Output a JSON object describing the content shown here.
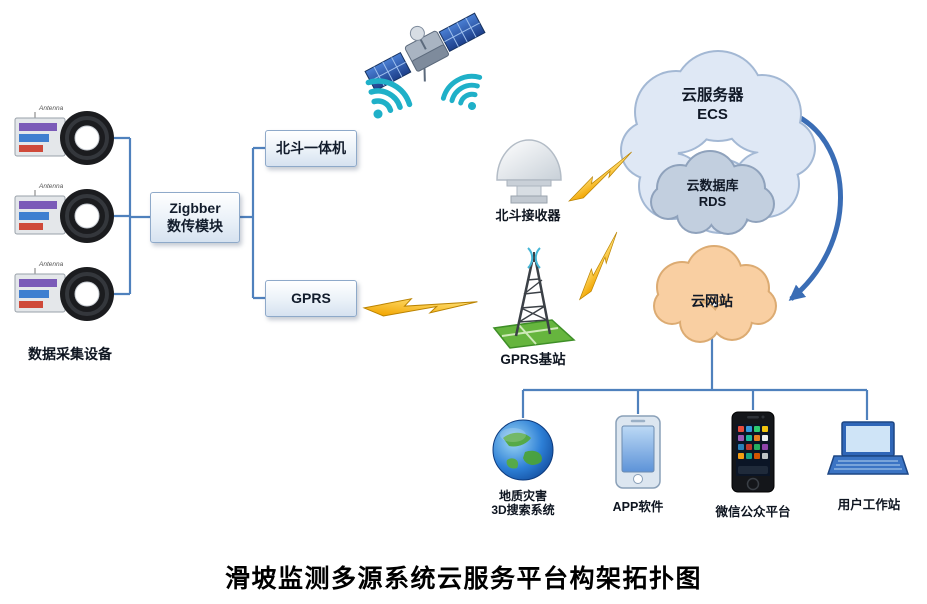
{
  "title": "滑坡监测多源系统云服务平台构架拓扑图",
  "sensors": {
    "antenna_label": "Antenna",
    "group_label": "数据采集设备"
  },
  "nodes": {
    "zigbee_line1": "Zigbber",
    "zigbee_line2": "数传模块",
    "beidou_unit": "北斗一体机",
    "gprs": "GPRS",
    "beidou_receiver": "北斗接收器",
    "gprs_station": "GPRS基站",
    "cloud_server": {
      "line1": "云服务器",
      "line2": "ECS"
    },
    "cloud_db": {
      "line1": "云数据库",
      "line2": "RDS"
    },
    "cloud_site": "云网站"
  },
  "terminals": {
    "geo": {
      "line1": "地质灾害",
      "line2": "3D搜索系统"
    },
    "app": "APP软件",
    "wechat": "微信公众平台",
    "workstation": "用户工作站"
  },
  "colors": {
    "connector_blue": "#4f81bd",
    "arrow_blue": "#3a6db5",
    "cloud_server_fill": "#dfe8f5",
    "cloud_db_fill": "#c2cfdf",
    "cloud_site_fill": "#f9cfa2",
    "lightning_gold": "#f2a800",
    "wifi_teal": "#1fb0c8",
    "station_map_green": "#66b53e"
  }
}
